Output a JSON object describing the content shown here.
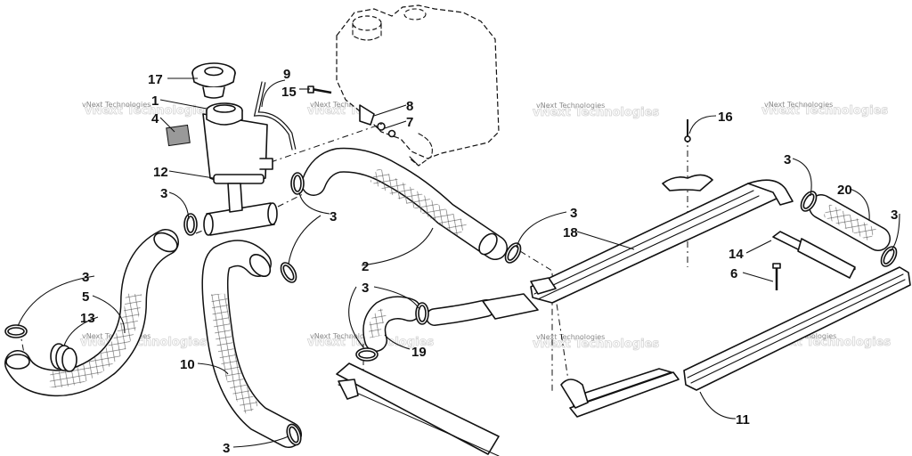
{
  "diagram": {
    "watermark_text": "vNext Technologies",
    "callouts": [
      {
        "id": "c17",
        "label": "17"
      },
      {
        "id": "c1",
        "label": "1"
      },
      {
        "id": "c4",
        "label": "4"
      },
      {
        "id": "c12",
        "label": "12"
      },
      {
        "id": "c3a",
        "label": "3"
      },
      {
        "id": "c9",
        "label": "9"
      },
      {
        "id": "c15",
        "label": "15"
      },
      {
        "id": "c8",
        "label": "8"
      },
      {
        "id": "c7",
        "label": "7"
      },
      {
        "id": "c3b",
        "label": "3"
      },
      {
        "id": "c2",
        "label": "2"
      },
      {
        "id": "c3c",
        "label": "3"
      },
      {
        "id": "c5",
        "label": "5"
      },
      {
        "id": "c13",
        "label": "13"
      },
      {
        "id": "c10",
        "label": "10"
      },
      {
        "id": "c3d",
        "label": "3"
      },
      {
        "id": "c3e",
        "label": "3"
      },
      {
        "id": "c19",
        "label": "19"
      },
      {
        "id": "c3f",
        "label": "3"
      },
      {
        "id": "c18",
        "label": "18"
      },
      {
        "id": "c16",
        "label": "16"
      },
      {
        "id": "c3g",
        "label": "3"
      },
      {
        "id": "c20",
        "label": "20"
      },
      {
        "id": "c3h",
        "label": "3"
      },
      {
        "id": "c14",
        "label": "14"
      },
      {
        "id": "c6",
        "label": "6"
      },
      {
        "id": "c11",
        "label": "11"
      }
    ]
  }
}
